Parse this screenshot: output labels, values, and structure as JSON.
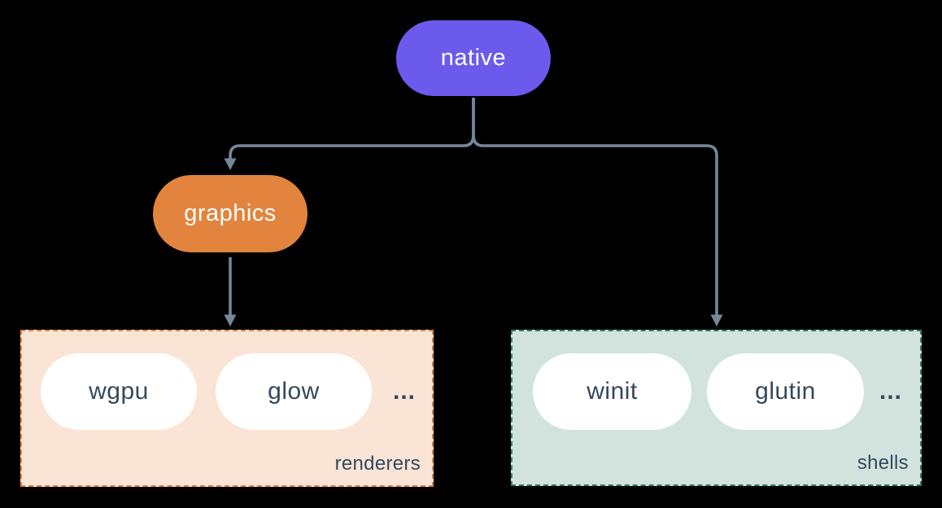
{
  "diagram": {
    "background": "#000000",
    "connector_color": "#76879a",
    "nodes": {
      "native": {
        "label": "native",
        "bg": "#6b5aec",
        "text_color": "#ffffff"
      },
      "graphics": {
        "label": "graphics",
        "bg": "#e2843d",
        "text_color": "#ffffff"
      }
    },
    "groups": [
      {
        "id": "renderers",
        "label": "renderers",
        "fill": "#f9e4d5",
        "border": "#e0813a",
        "item_bg": "#ffffff",
        "item_text_color": "#33495c",
        "items": [
          "wgpu",
          "glow"
        ],
        "more": "..."
      },
      {
        "id": "shells",
        "label": "shells",
        "fill": "#d2e3dd",
        "border": "#2e7a6c",
        "item_bg": "#ffffff",
        "item_text_color": "#33495c",
        "items": [
          "winit",
          "glutin"
        ],
        "more": "..."
      }
    ],
    "edges": [
      {
        "from": "native",
        "to": "graphics"
      },
      {
        "from": "native",
        "to": "shells"
      },
      {
        "from": "graphics",
        "to": "renderers"
      }
    ]
  }
}
